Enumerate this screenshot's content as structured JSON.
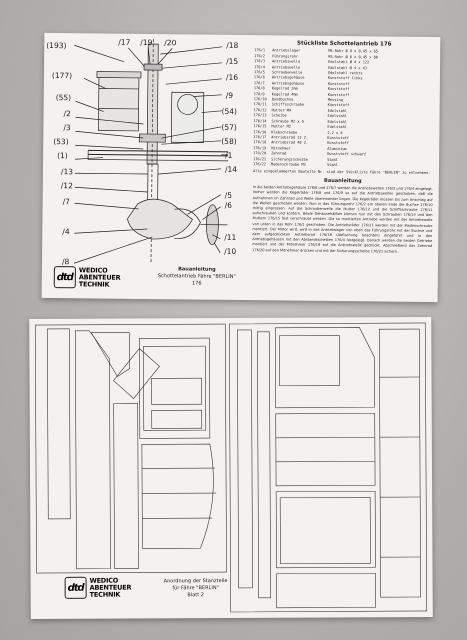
{
  "top_sheet": {
    "callouts_left": [
      "(193)",
      "(177)",
      "(55)",
      "/2",
      "/3",
      "(53)",
      "(1)",
      "/13",
      "/12",
      "/7",
      "/4",
      "/8"
    ],
    "callouts_top": [
      "/17",
      "/19",
      "/20"
    ],
    "callouts_right": [
      "/18",
      "/15",
      "/16",
      "/9",
      "(54)",
      "(57)",
      "(58)",
      "/1",
      "/14",
      "/5",
      "/6",
      "/11",
      "/10"
    ],
    "parts_title": "Stückliste Schottelantrieb 176",
    "parts": [
      {
        "no": "176/1",
        "name": "Antriebslager",
        "mat": "MS-Rohr Ø 8 x 0,45 x 65"
      },
      {
        "no": "176/2",
        "name": "Führungsrohr",
        "mat": "MS-Rohr Ø 8 x 0,45 x 80"
      },
      {
        "no": "176/3",
        "name": "Antriebswelle",
        "mat": "Edelstahl Ø 4 x 122"
      },
      {
        "no": "176/4",
        "name": "Antriebswelle",
        "mat": "Edelstahl Ø 4 x 43"
      },
      {
        "no": "176/5",
        "name": "Schraubenwelle",
        "mat": "Edelstahl rechts"
      },
      {
        "no": "176/6",
        "name": "Antriebsgehäuse",
        "mat": "Kunststoff links"
      },
      {
        "no": "176/7",
        "name": "Antriebsgehäuse",
        "mat": "Kunststoff"
      },
      {
        "no": "176/8",
        "name": "Kegelrad 2mm",
        "mat": "Kunststoff"
      },
      {
        "no": "176/9",
        "name": "Kegelrad 4mm",
        "mat": "Kunststoff"
      },
      {
        "no": "176/10",
        "name": "Bundbuchse",
        "mat": "Messing"
      },
      {
        "no": "176/11",
        "name": "Schiffsschraube",
        "mat": "Kunststoff"
      },
      {
        "no": "176/12",
        "name": "Mutter M4",
        "mat": "Edelstahl"
      },
      {
        "no": "176/13",
        "name": "Scheibe",
        "mat": "Edelstahl"
      },
      {
        "no": "176/14",
        "name": "Schraube M2 x 5",
        "mat": "Edelstahl"
      },
      {
        "no": "176/15",
        "name": "Mutter M2",
        "mat": "Edelstahl"
      },
      {
        "no": "176/16",
        "name": "Klebschraube",
        "mat": "2,2 x 8"
      },
      {
        "no": "176/17",
        "name": "Antriebsrad 13 Z.",
        "mat": "Kunststoff"
      },
      {
        "no": "176/18",
        "name": "Antriebsrad 48 Z.",
        "mat": "Kunststoff"
      },
      {
        "no": "176/19",
        "name": "Mitnehmer",
        "mat": "Aluminium"
      },
      {
        "no": "176/20",
        "name": "Zahnrad",
        "mat": "Kunststoff schwarz"
      },
      {
        "no": "176/21",
        "name": "Sicherungsscheibe",
        "mat": "Stahl"
      },
      {
        "no": "176/22",
        "name": "Madenschraube M3",
        "mat": "Stahl"
      }
    ],
    "parts_note": "Alle eingeklammerten Bauteile Nr. sind der Stückliste Fähre \"BERLIN\" zu entnehmen.",
    "section_title": "Bauanleitung",
    "instructions": "In die beiden Antriebsgehäuse 176/6 und 176/7 werden die Antriebswellen 176/3 und 176/4 eingelegt. Vorher werden die Kegelräder 176/8 und 176/9 so auf die Antriebswellen geschoben, daß die Aufnahmen im Zahnrad und Welle übereinander liegen. Die Kegelräder müssen bis zum Anschlag auf die Wellen geschoben werden. Nun in das Führungsrohr 176/2 am oberen Ende die Buchse 176/10 mittig einpressen. Auf die Schraubenwelle die Mutter 176/12 und die Schiffsschraube 176/11 aufschrauben und kontern. Beide Gehäusehälften können nun mit den Schrauben 176/14 und den Muttern 176/15 fest verschraubt werden. Die so montierten Antriebe werden mit der Antriebswelle von unten in das Rohr 176/1 geschoben. Die Antriebsräder 176/17 werden mit der Madenschraube montiert. Der Motor wird, wird in das Antriebslager von oben das Führungsrohr mit der Buchse und dem aufgedrückten Antriebsrad 176/18 (Abflachung beachten) eingeführt und in den Antriebsgehäusen mit den Abstandsscheiben 176/4 festgelegt. Danach werden die beiden Getriebe montiert und der Mitnehmer 176/19 auf die Antriebswelle gedrückt. Abschließend das Zahnrad 176/20 auf den Mitnehmer drücken und mit der Sicherungsscheibe 176/21 sichern.",
    "logo_mark": "dtd",
    "logo_lines": [
      "WEDICO",
      "ABENTEUER",
      "TECHNIK"
    ],
    "caption_title": "Bauanleitung",
    "caption_sub": "Schottelantrieb Fähre \"BERLIN\"",
    "caption_no": "176"
  },
  "bottom_sheet": {
    "logo_mark": "dtd",
    "logo_lines": [
      "WEDICO",
      "ABENTEUER",
      "TECHNIK"
    ],
    "caption_lines": [
      "Anordnung der Stanzteile",
      "für Fähre \"BERLIN\"",
      "Blatt 2"
    ]
  }
}
